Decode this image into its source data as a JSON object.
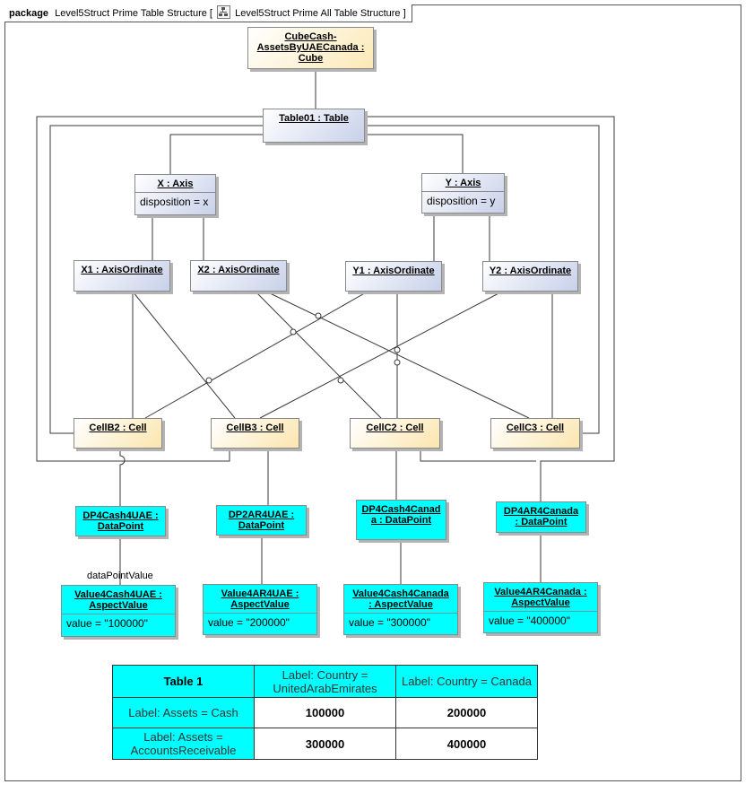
{
  "header": {
    "keyword": "package",
    "name": "Level5Struct Prime Table Structure",
    "bracket_open": "[",
    "diagram_ref": "Level5Struct Prime All Table Structure",
    "bracket_close": "]",
    "diagram_icon": "class-diagram-icon"
  },
  "nodes": {
    "cube": {
      "title": "CubeCash-\nAssetsByUAECanada :\nCube"
    },
    "table": {
      "title": "Table01 : Table"
    },
    "x_axis": {
      "title": "X : Axis",
      "attr": "disposition = x"
    },
    "y_axis": {
      "title": "Y : Axis",
      "attr": "disposition = y"
    },
    "x1": {
      "title": "X1 : AxisOrdinate"
    },
    "x2": {
      "title": "X2 : AxisOrdinate"
    },
    "y1": {
      "title": "Y1 : AxisOrdinate"
    },
    "y2": {
      "title": "Y2 : AxisOrdinate"
    },
    "cell_b2": {
      "title": "CellB2 : Cell"
    },
    "cell_b3": {
      "title": "CellB3 : Cell"
    },
    "cell_c2": {
      "title": "CellC2 : Cell"
    },
    "cell_c3": {
      "title": "CellC3 : Cell"
    },
    "dp1": {
      "title": "DP4Cash4UAE :\nDataPoint"
    },
    "dp2": {
      "title": "DP2AR4UAE :\nDataPoint"
    },
    "dp3": {
      "title": "DP4Cash4Canad\na : DataPoint"
    },
    "dp4": {
      "title": "DP4AR4Canada\n: DataPoint"
    },
    "v1": {
      "title": "Value4Cash4UAE :\nAspectValue",
      "attr": "value = \"100000\""
    },
    "v2": {
      "title": "Value4AR4UAE :\nAspectValue",
      "attr": "value = \"200000\""
    },
    "v3": {
      "title": "Value4Cash4Canada\n: AspectValue",
      "attr": "value = \"300000\""
    },
    "v4": {
      "title": "Value4AR4Canada :\nAspectValue",
      "attr": "value = \"400000\""
    }
  },
  "labels": {
    "data_point_value": "dataPointValue"
  },
  "table": {
    "caption": "Table 1",
    "col_headers": [
      "Label: Country =\nUnitedArabEmirates",
      "Label: Country = Canada"
    ],
    "rows": [
      {
        "header": "Label: Assets = Cash",
        "values": [
          "100000",
          "200000"
        ]
      },
      {
        "header": "Label: Assets =\nAccountsReceivable",
        "values": [
          "300000",
          "400000"
        ]
      }
    ]
  },
  "colors": {
    "yellow_fill": "#fbe9b5",
    "blue_fill": "#c8d1ea",
    "cyan_fill": "#00ffff",
    "line": "#3a3a3a"
  }
}
